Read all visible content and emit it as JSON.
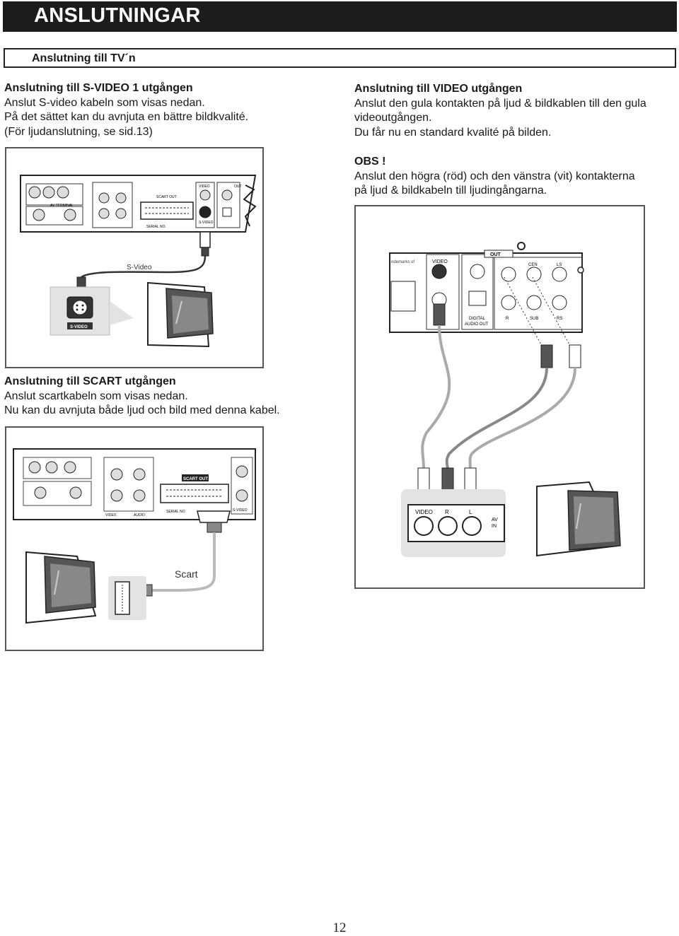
{
  "header": {
    "title": "ANSLUTNINGAR"
  },
  "subheader": {
    "title": "Anslutning till TV´n"
  },
  "svideo": {
    "heading": "Anslutning till S-VIDEO 1 utgången",
    "lines": [
      "Anslut S-video kabeln som visas nedan.",
      "På det sättet kan du avnjuta en bättre bildkvalité.",
      "(För ljudanslutning, se sid.13)"
    ],
    "figure": {
      "cable_label": "S-Video",
      "connector_label": "S-VIDEO",
      "panel_labels": [
        "AV TERMINAL",
        "SCART OUT",
        "VIDEO",
        "OUT",
        "S-VIDEO",
        "SERIAL NO."
      ]
    }
  },
  "video": {
    "heading": "Anslutning till VIDEO utgången",
    "lines": [
      "Anslut den gula kontakten på ljud & bildkablen till den gula",
      "videoutgången.",
      "Du får nu en standard kvalité på bilden."
    ],
    "obs_heading": "OBS !",
    "obs_lines": [
      "Anslut den högra (röd) och den vänstra (vit) kontakterna",
      "på ljud & bildkabeln till ljudingångarna."
    ],
    "figure": {
      "panel_labels": [
        "VIDEO",
        "OUT",
        "CEN",
        "LS",
        "R",
        "SUB",
        "RS",
        "DIGITAL",
        "AUDIO OUT"
      ],
      "tv_labels": [
        "VIDEO",
        "R",
        "L",
        "AV",
        "IN"
      ]
    }
  },
  "scart": {
    "heading": "Anslutning till SCART utgången",
    "lines": [
      "Anslut scartkabeln som visas nedan.",
      "Nu kan du avnjuta både ljud och bild med denna kabel."
    ],
    "figure": {
      "cable_label": "Scart",
      "panel_labels": [
        "SCART OUT",
        "VIDEO",
        "AUDIO",
        "S-VIDEO",
        "SERIAL NO."
      ]
    }
  },
  "footer": {
    "page_number": "12"
  }
}
